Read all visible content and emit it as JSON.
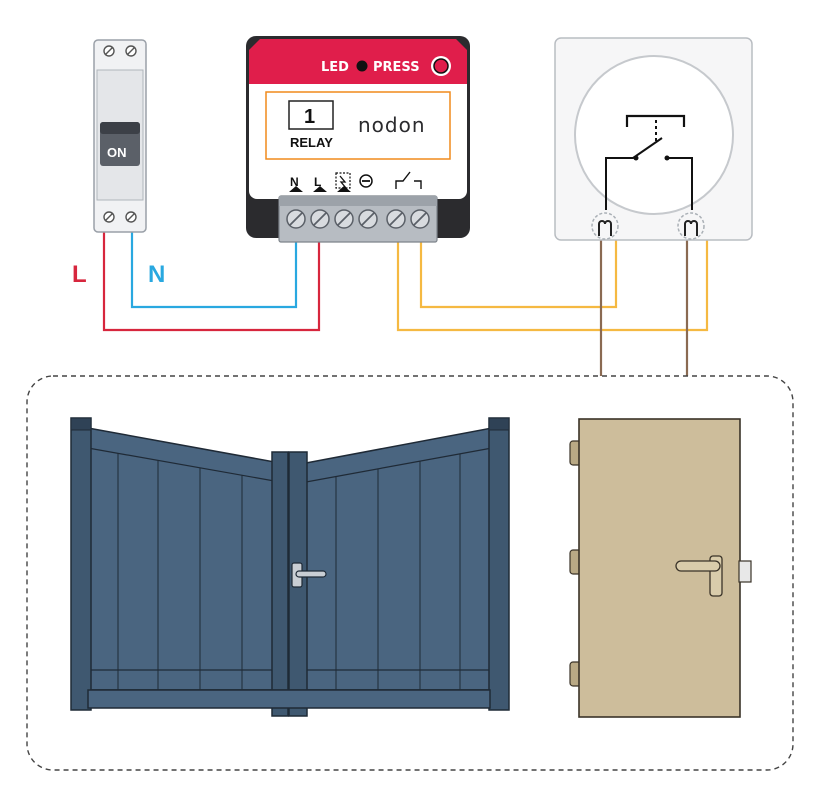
{
  "breaker": {
    "state_label": "ON"
  },
  "wires": {
    "live_label": "L",
    "neutral_label": "N"
  },
  "relay": {
    "led_label": "LED",
    "press_label": "PRESS",
    "channel_number": "1",
    "model_label": "RELAY",
    "brand_label": "nodon",
    "terminal_labels": [
      "N",
      "L"
    ]
  },
  "colors": {
    "live_wire": "#d7263d",
    "neutral_wire": "#29a8e0",
    "dry_contact_wire": "#f5b942",
    "switch_wire": "#8a6a52",
    "relay_top": "#e01e4b",
    "brand_orange": "#f08a1c",
    "gate": "#4a6580",
    "door": "#cdbd9b"
  },
  "icons": {
    "led": "led-indicator-icon",
    "press": "press-button-icon",
    "timer": "timer-icon",
    "minus": "minus-terminal-icon",
    "contact": "dry-contact-icon"
  }
}
